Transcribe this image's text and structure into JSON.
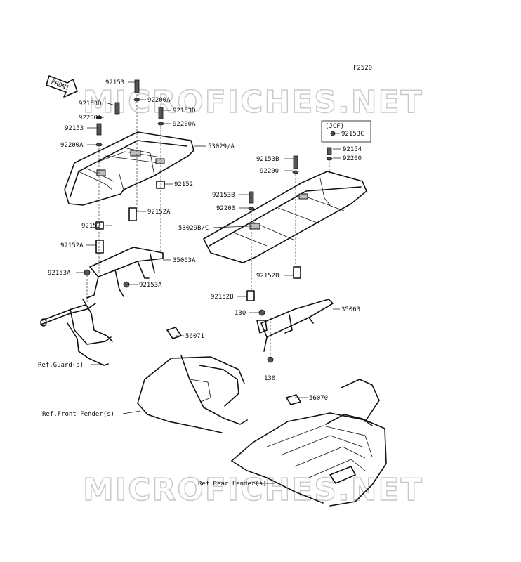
{
  "figure_code": "F2520",
  "front_arrow_label": "FRONT",
  "watermark": "MICROFICHES.NET",
  "variant_box_label": "(JCF)",
  "callouts": {
    "c_92153_top": "92153",
    "c_92200A_top": "92200A",
    "c_92153D_left": "92153D",
    "c_92153D_right": "92153D",
    "c_92200A_left": "92200A",
    "c_92200A_right": "92200A",
    "c_92153_left": "92153",
    "c_92200A_lower": "92200A",
    "c_53029A": "53029/A",
    "c_92152_right": "92152",
    "c_92152A_mid": "92152A",
    "c_92152_left": "92152",
    "c_92152A_left": "92152A",
    "c_35063A": "35063A",
    "c_92153A_left": "92153A",
    "c_92153A_right": "92153A",
    "c_92153C": "92153C",
    "c_92154": "92154",
    "c_92200_r1": "92200",
    "c_92153B_1": "92153B",
    "c_92200_2": "92200",
    "c_92153B_2": "92153B",
    "c_92200_3": "92200",
    "c_53029BC": "53029B/C",
    "c_92152B_1": "92152B",
    "c_92152B_2": "92152B",
    "c_35063": "35063",
    "c_130_1": "130",
    "c_130_2": "130",
    "c_56071": "56071",
    "c_56070": "56070"
  },
  "references": {
    "guard": "Ref.Guard(s)",
    "front_fender": "Ref.Front Fender(s)",
    "rear_fender": "Ref.Rear Fender(s)"
  }
}
